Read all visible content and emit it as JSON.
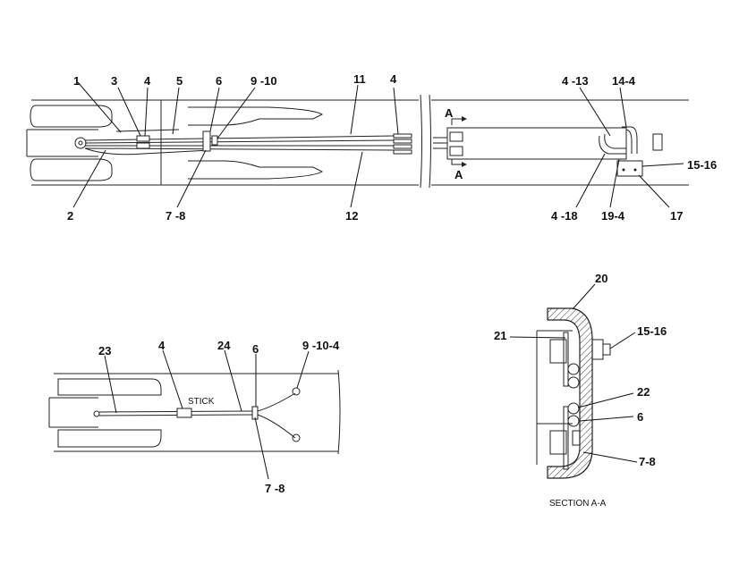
{
  "callouts": {
    "c1": "1",
    "c3": "3",
    "c4a": "4",
    "c5": "5",
    "c6a": "6",
    "c9_10": "9 -10",
    "c11": "11",
    "c4b": "4",
    "c2": "2",
    "c7_8a": "7 -8",
    "c12": "12",
    "c4_13": "4 -13",
    "c14_4": "14-4",
    "c15_16a": "15-16",
    "c4_18": "4 -18",
    "c19_4": "19-4",
    "c17": "17",
    "secA_top": "A",
    "secA_bot": "A",
    "c20": "20",
    "c21": "21",
    "c15_16b": "15-16",
    "c22": "22",
    "c6c": "6",
    "c7_8c": "7-8",
    "c23": "23",
    "c4c": "4",
    "c24": "24",
    "c6b": "6",
    "c9_10_4": "9 -10-4",
    "c7_8b": "7 -8"
  },
  "labels": {
    "stick": "STICK",
    "section": "SECTION A-A"
  }
}
